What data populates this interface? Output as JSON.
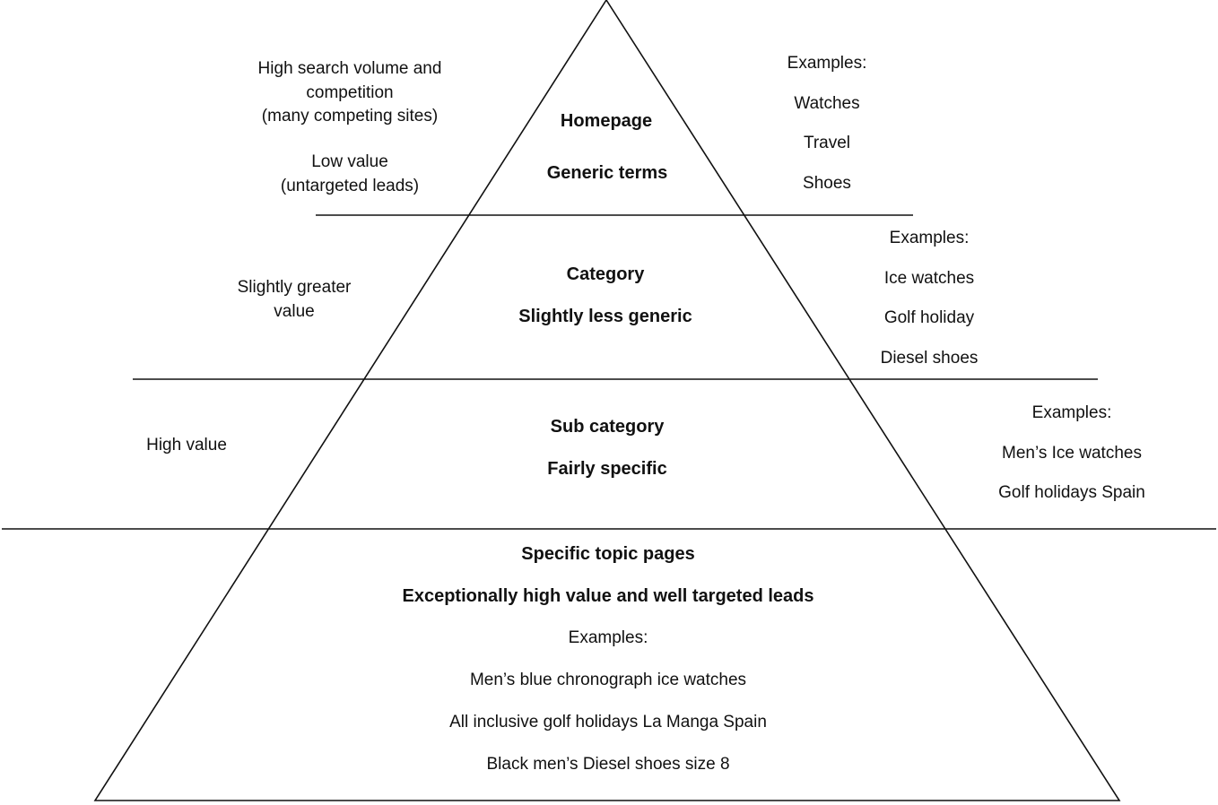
{
  "tiers": [
    {
      "title": "Homepage",
      "subtitle": "Generic terms",
      "value_lines": [
        "High search volume and",
        "competition",
        "(many competing sites)"
      ],
      "value_lines_2": [
        "Low value",
        "(untargeted leads)"
      ],
      "examples_heading": "Examples:",
      "examples": [
        "Watches",
        "Travel",
        "Shoes"
      ]
    },
    {
      "title": "Category",
      "subtitle": "Slightly less generic",
      "value_lines": [
        "Slightly greater",
        "value"
      ],
      "examples_heading": "Examples:",
      "examples": [
        "Ice watches",
        "Golf holiday",
        "Diesel shoes"
      ]
    },
    {
      "title": "Sub category",
      "subtitle": "Fairly specific",
      "value_lines": [
        "High value"
      ],
      "examples_heading": "Examples:",
      "examples": [
        "Men’s Ice watches",
        "Golf holidays Spain"
      ]
    },
    {
      "title": "Specific topic pages",
      "subtitle": "Exceptionally high value and well targeted leads",
      "examples_heading": "Examples:",
      "examples": [
        "Men’s blue chronograph ice watches",
        "All inclusive golf holidays La Manga Spain",
        "Black men’s Diesel shoes size 8"
      ]
    }
  ]
}
